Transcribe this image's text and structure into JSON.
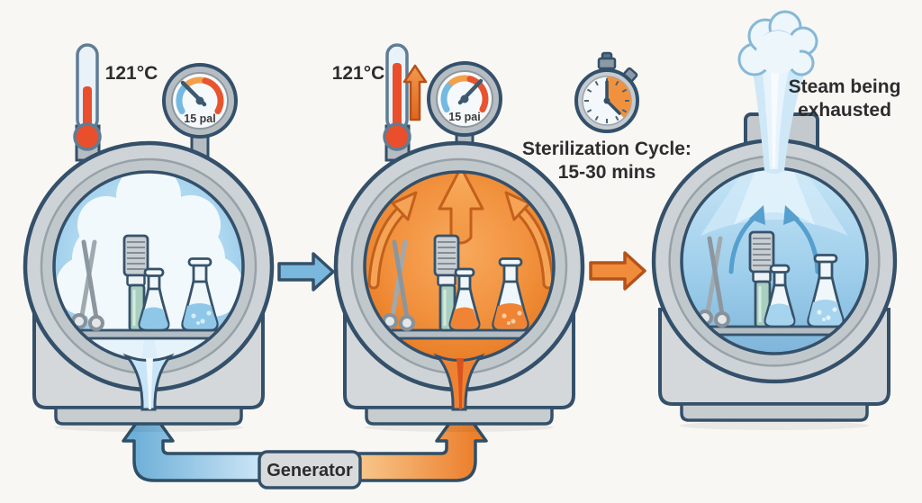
{
  "stage1": {
    "temperature": "121°C",
    "gauge_reading": "15 pal"
  },
  "stage2": {
    "temperature": "121°C",
    "gauge_reading": "15 pai"
  },
  "stage3": {
    "steam_label_line1": "Steam being",
    "steam_label_line2": "exhausted"
  },
  "cycle": {
    "line1": "Sterilization Cycle:",
    "line2": "15-30 mins"
  },
  "generator": {
    "label": "Generator"
  },
  "colors": {
    "outline": "#34506a",
    "steam_blue": "#7ab7dd",
    "heat_orange": "#f08c3c",
    "mercury_red": "#e94f2c",
    "background": "#f8f7f4"
  }
}
